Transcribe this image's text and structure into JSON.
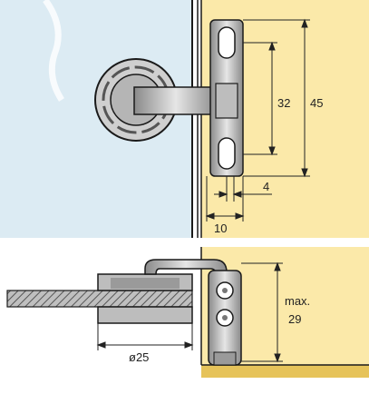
{
  "dimensions": {
    "hole_spacing": "32",
    "plate_height": "45",
    "offset": "4",
    "width": "10",
    "diameter": "ø25",
    "max_label": "max.",
    "max_value": "29"
  },
  "colors": {
    "glass": "#dcebf3",
    "wood": "#fbe9a9",
    "wood_edge": "#e6c35a",
    "metal_light": "#d9d9d9",
    "metal_dark": "#6e6e6e",
    "outline": "#1a1a1a"
  }
}
